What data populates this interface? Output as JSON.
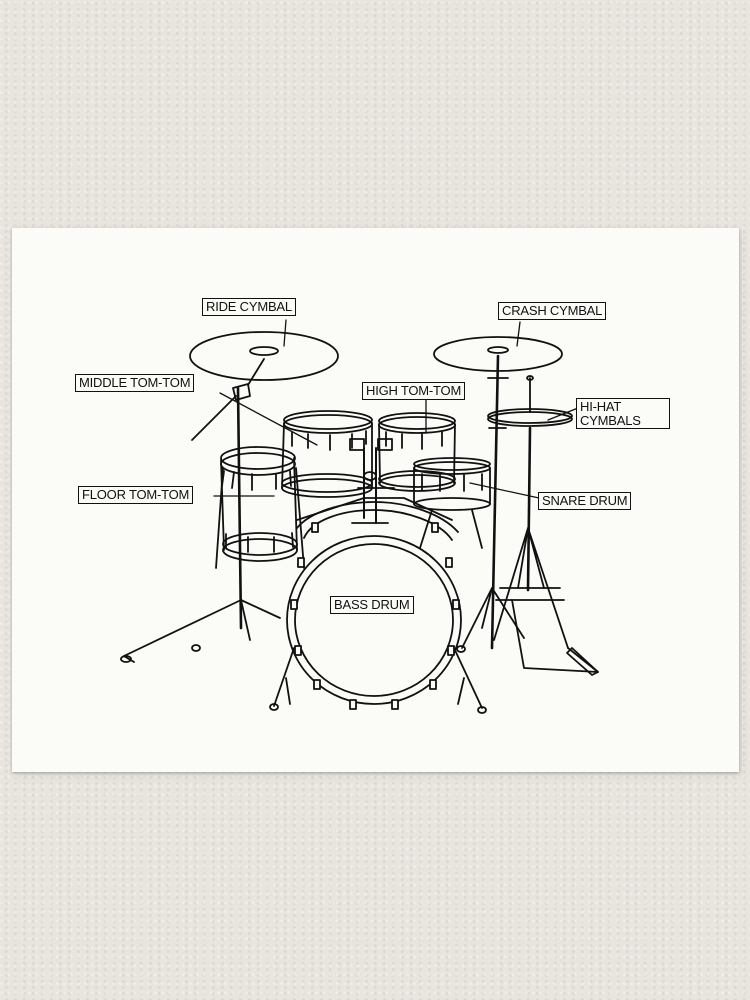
{
  "diagram": {
    "labels": {
      "ride_cymbal": "RIDE CYMBAL",
      "crash_cymbal": "CRASH CYMBAL",
      "middle_tom_tom": "MIDDLE TOM-TOM",
      "high_tom_tom": "HIGH TOM-TOM",
      "hi_hat_cymbals": "HI-HAT CYMBALS",
      "floor_tom_tom": "FLOOR TOM-TOM",
      "snare_drum": "SNARE DRUM",
      "bass_drum": "BASS DRUM"
    }
  },
  "colors": {
    "wall": "#e8e4de",
    "paper": "#fbfbf7",
    "ink": "#111111"
  }
}
